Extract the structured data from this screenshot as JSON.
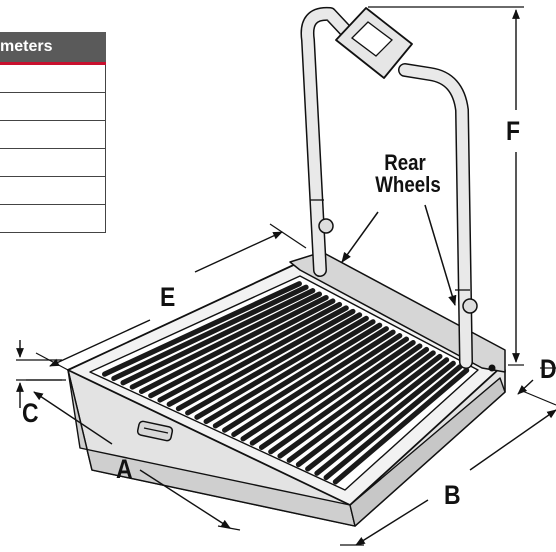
{
  "table": {
    "header": "meters",
    "rows": [
      "",
      "",
      "",
      "",
      "",
      ""
    ]
  },
  "labels": {
    "rear_wheels_line1": "Rear",
    "rear_wheels_line2": "Wheels",
    "A": "A",
    "B": "B",
    "C": "C",
    "D": "D",
    "E": "E",
    "F": "F"
  },
  "colors": {
    "header_bg": "#5a5a5a",
    "header_accent": "#c8102e",
    "line": "#111111"
  }
}
